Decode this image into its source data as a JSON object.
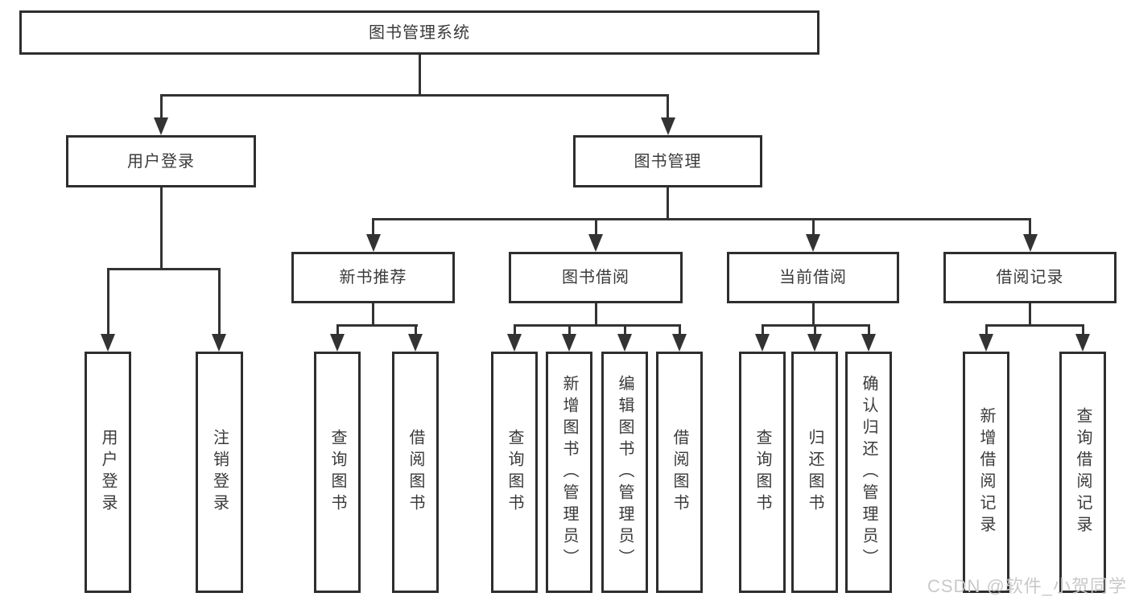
{
  "diagram": {
    "root": {
      "label": "图书管理系统"
    },
    "level2": [
      {
        "label": "用户登录"
      },
      {
        "label": "图书管理"
      }
    ],
    "level3": [
      {
        "label": "新书推荐"
      },
      {
        "label": "图书借阅"
      },
      {
        "label": "当前借阅"
      },
      {
        "label": "借阅记录"
      }
    ],
    "leaves": [
      {
        "label": "用户登录"
      },
      {
        "label": "注销登录"
      },
      {
        "label": "查询图书"
      },
      {
        "label": "借阅图书"
      },
      {
        "label": "查询图书"
      },
      {
        "label": "新增图书（管理员）"
      },
      {
        "label": "编辑图书（管理员）"
      },
      {
        "label": "借阅图书"
      },
      {
        "label": "查询图书"
      },
      {
        "label": "归还图书"
      },
      {
        "label": "确认归还（管理员）"
      },
      {
        "label": "新增借阅记录"
      },
      {
        "label": "查询借阅记录"
      }
    ]
  },
  "watermark": {
    "text": "CSDN @软件_小贺同学"
  },
  "colors": {
    "line": "#333333",
    "border": "#2e2e2e",
    "text": "#3a3a3a",
    "background": "#ffffff",
    "watermark": "#c9c9c9"
  }
}
